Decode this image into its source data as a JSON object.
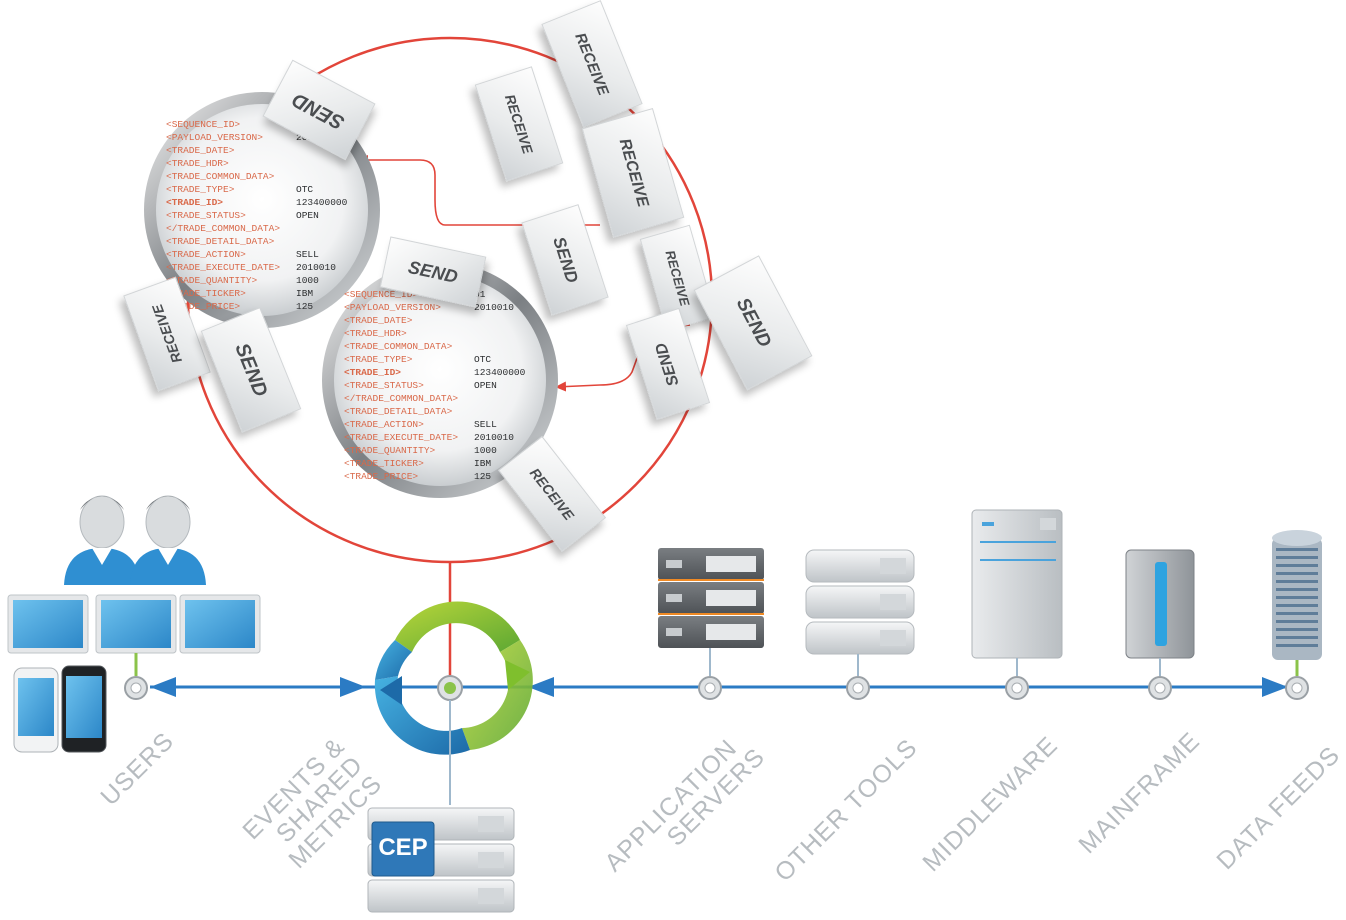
{
  "colors": {
    "ring": "#e2453a",
    "arrow_blue": "#2b7bc4",
    "label_gray": "#b7bcc0",
    "monitor_blue": "#4aa3dc",
    "user_blue": "#2f8fd2",
    "cep_blue": "#2f78b8"
  },
  "cards": {
    "send": "SEND",
    "receive": "RECEIVE"
  },
  "lens": {
    "tags": [
      "SEQUENCE_ID>",
      "PAYLOAD_VERSION>",
      "TRADE_DATE>",
      "TRADE_HDR>",
      "TRADE_COMMON_DATA>",
      "TRADE_TYPE>",
      "TRADE_ID>",
      "TRADE_STATUS>",
      "/TRADE_COMMON_DATA>",
      "TRADE_DETAIL_DATA>",
      "TRADE_ACTION>",
      "TRADE_EXECUTE_DATE>",
      "TRADE_QUANTITY>",
      "TRADE_TICKER>",
      "TRADE_PRICE>"
    ],
    "values": [
      "01",
      "2010010",
      "OTC",
      "123400000",
      "OPEN",
      "SELL",
      "2010010",
      "1000",
      "IBM",
      "125"
    ]
  },
  "cep_label": "CEP",
  "labels": {
    "users": "USERS",
    "events_line1": "EVENTS &",
    "events_line2": "SHARED",
    "events_line3": "METRICS",
    "app_line1": "APPLICATION",
    "app_line2": "SERVERS",
    "other_tools": "OTHER TOOLS",
    "middleware": "MIDDLEWARE",
    "mainframe": "MAINFRAME",
    "data_feeds": "DATA FEEDS"
  }
}
